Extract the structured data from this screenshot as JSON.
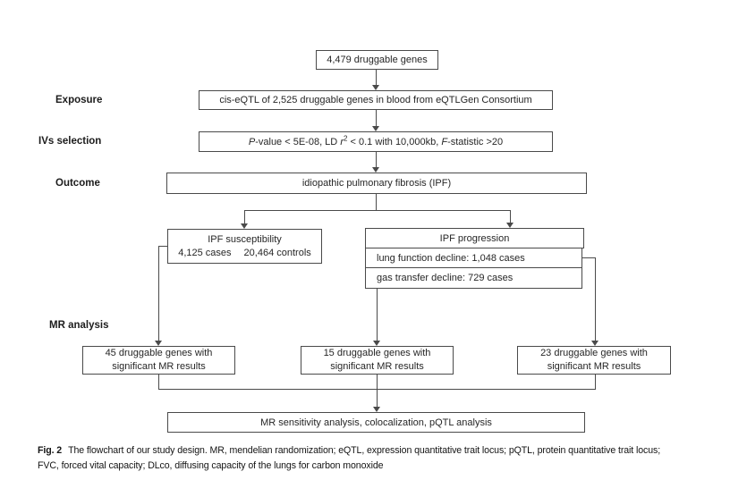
{
  "labels": {
    "exposure": "Exposure",
    "ivs_selection": "IVs selection",
    "outcome": "Outcome",
    "mr_analysis": "MR analysis"
  },
  "boxes": {
    "druggable_genes": "4,479 druggable genes",
    "exposure": "cis-eQTL of 2,525 druggable genes in blood from eQTLGen Consortium",
    "ivs": {
      "p": "P",
      "t1": "-value < 5E-08, LD ",
      "r": "r",
      "r_sup": "2",
      "t2": " < 0.1 with 10,000kb, ",
      "f": "F",
      "t3": "-statistic >20"
    },
    "outcome": "idiopathic pulmonary fibrosis (IPF)",
    "susceptibility": {
      "line1": "IPF susceptibility",
      "cases": "4,125 cases",
      "controls": "20,464 controls"
    },
    "progression": {
      "header": "IPF progression",
      "sub1": "lung function decline: 1,048 cases",
      "sub2": "gas transfer decline: 729 cases"
    },
    "mr1": {
      "line1": "45 druggable genes with",
      "line2": "significant MR results"
    },
    "mr2": {
      "line1": "15 druggable genes with",
      "line2": "significant MR results"
    },
    "mr3": {
      "line1": "23 druggable genes with",
      "line2": "significant MR results"
    },
    "bottom": "MR sensitivity analysis, colocalization, pQTL analysis"
  },
  "caption": {
    "label": "Fig. 2",
    "line1": "The flowchart of our study design. MR, mendelian randomization; eQTL, expression quantitative trait locus; pQTL, protein quantitative trait locus;",
    "line2": "FVC, forced vital capacity; DLco, diffusing capacity of the lungs for carbon monoxide"
  },
  "colors": {
    "box_border": "#4a4a4a",
    "connector": "#4a4a4a",
    "text": "#262626"
  }
}
